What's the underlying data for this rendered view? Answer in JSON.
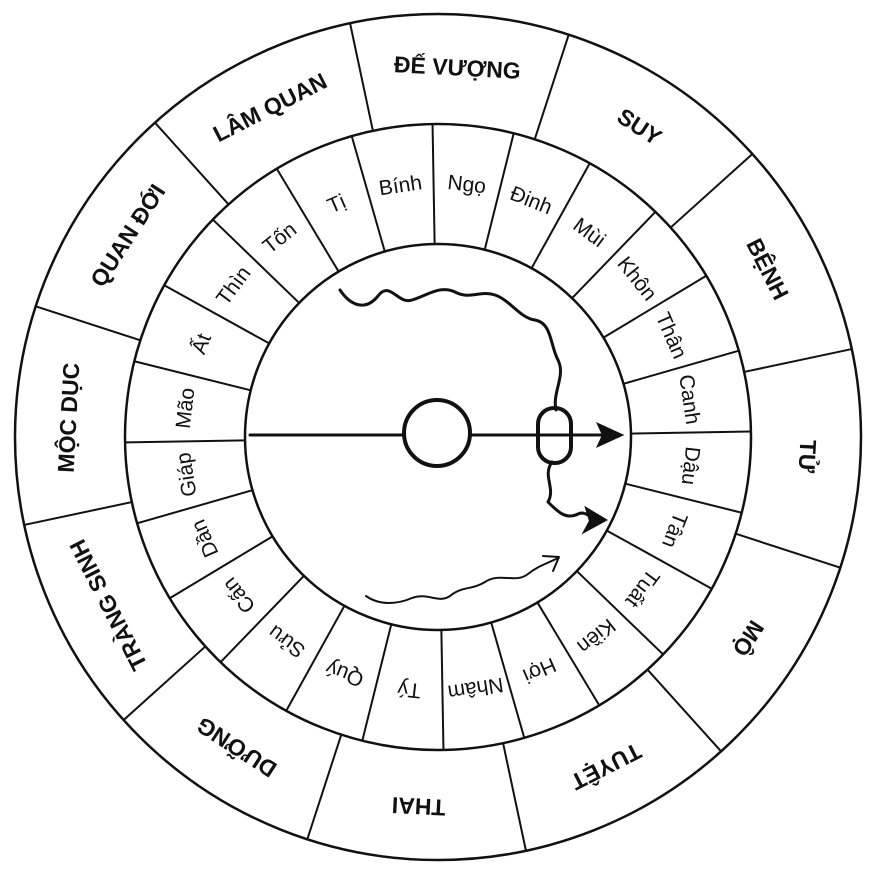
{
  "outer_ring": [
    "ĐẾ VƯỢNG",
    "SUY",
    "BỆNH",
    "TỬ",
    "MỘ",
    "TUYỆT",
    "THAI",
    "DƯỠNG",
    "TRÀNG SINH",
    "MỘC DỤC",
    "QUAN ĐỚI",
    "LÂM QUAN"
  ],
  "inner_ring": [
    "Bính",
    "Ngọ",
    "Đinh",
    "Mùi",
    "Khôn",
    "Thân",
    "Canh",
    "Dậu",
    "Tân",
    "Tuất",
    "Kiền",
    "Hợi",
    "Nhâm",
    "Tý",
    "Quý",
    "Sửu",
    "Cấn",
    "Dần",
    "Giáp",
    "Mão",
    "Ất",
    "Thìn",
    "Tốn",
    "Tị"
  ]
}
